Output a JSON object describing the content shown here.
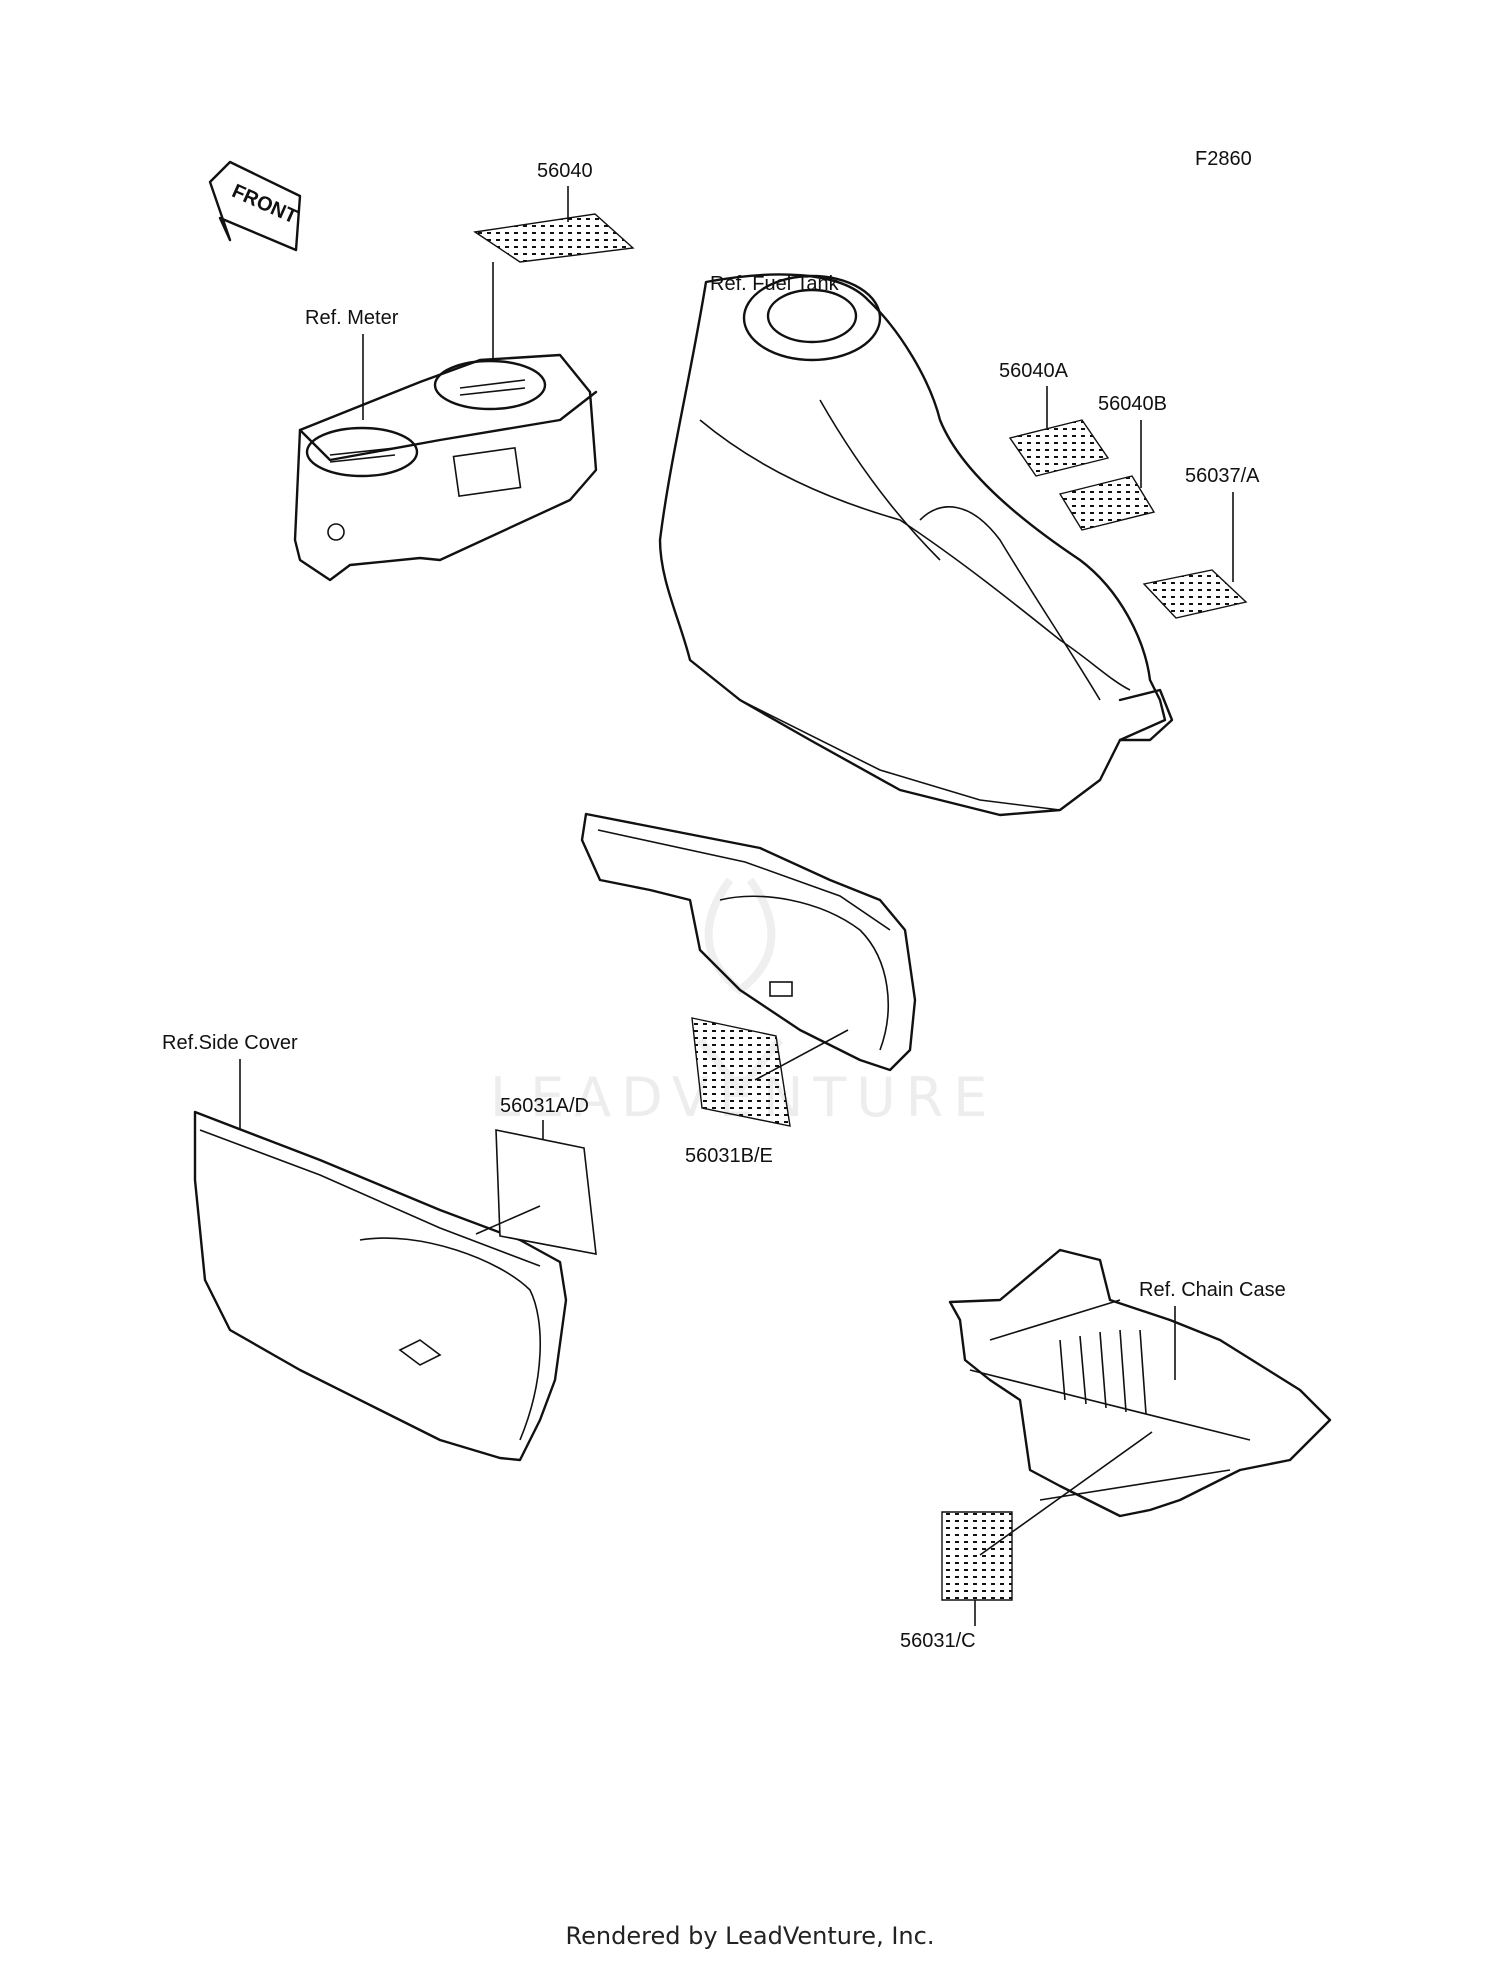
{
  "figure_code": "F2860",
  "direction_label": "FRONT",
  "watermark": "LEADVENTURE",
  "references": {
    "meter": "Ref. Meter",
    "fuel_tank": "Ref. Fuel Tank",
    "side_cover": "Ref.Side Cover",
    "chain_case": "Ref. Chain Case"
  },
  "parts": {
    "p56040": "56040",
    "p56040A": "56040A",
    "p56040B": "56040B",
    "p56037A": "56037/A",
    "p56031AD": "56031A/D",
    "p56031BE": "56031B/E",
    "p56031C": "56031/C"
  },
  "footer": "Rendered by LeadVenture, Inc."
}
